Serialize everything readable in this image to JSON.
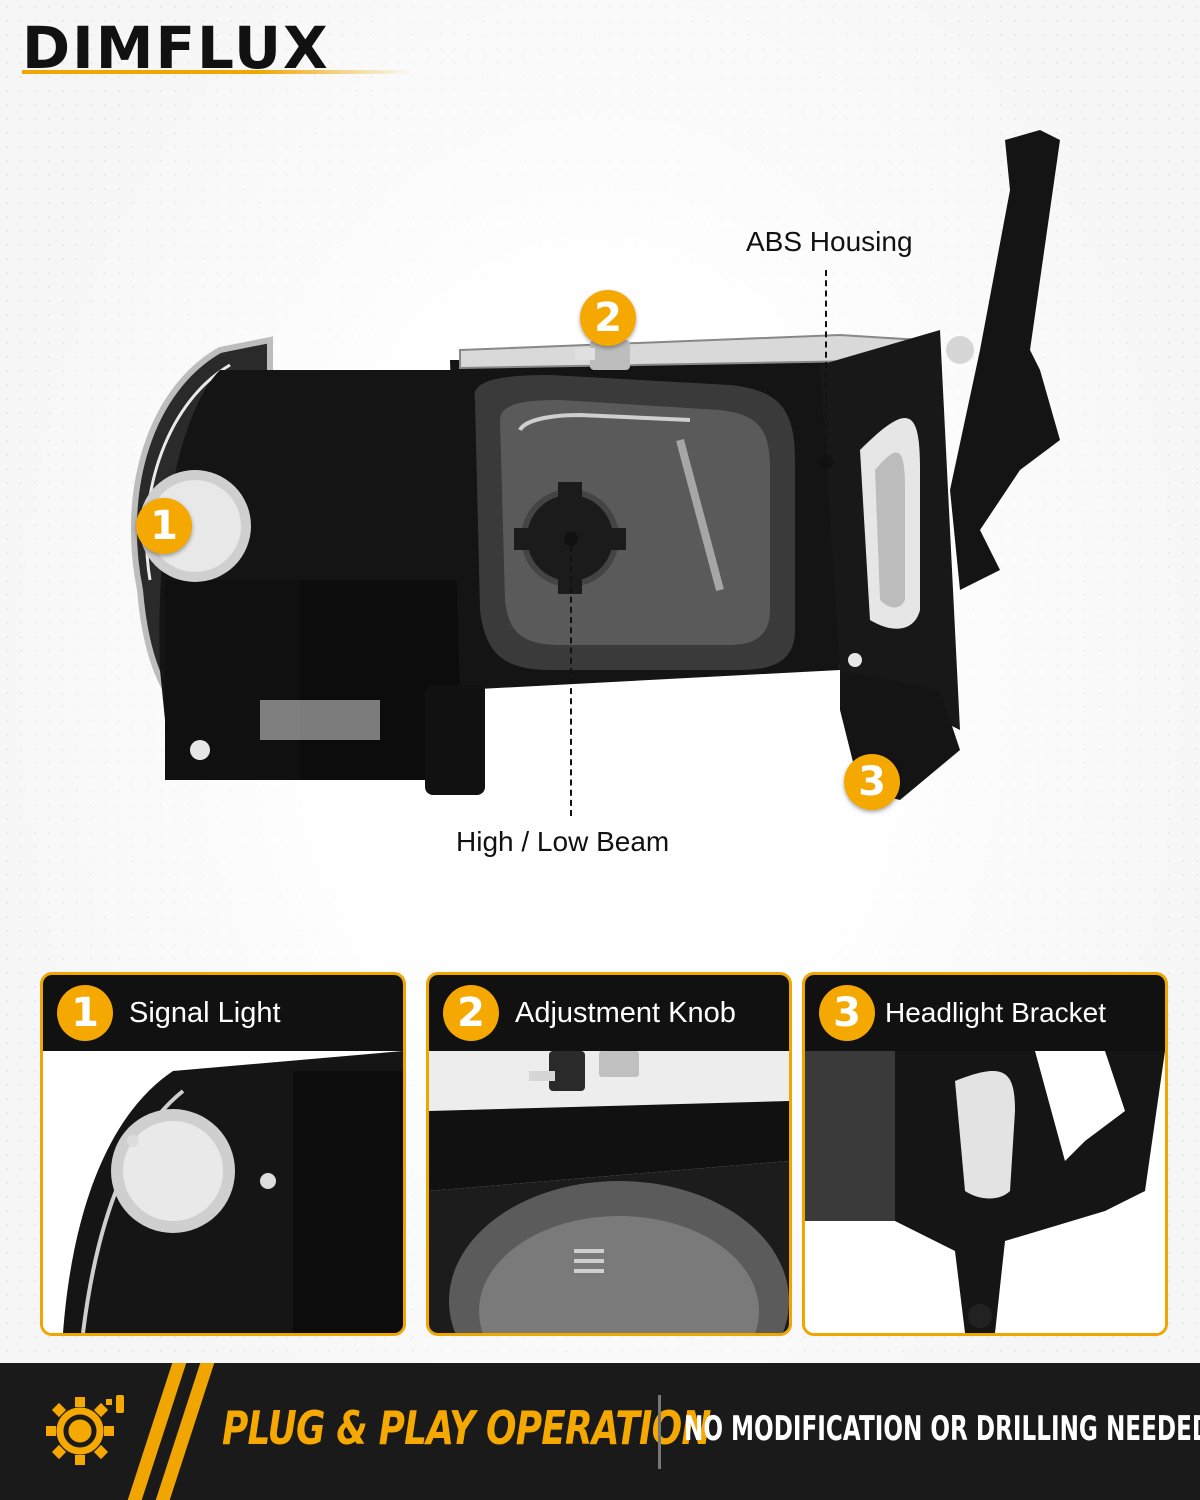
{
  "brand": {
    "name": "DIMFLUX"
  },
  "colors": {
    "accent": "#f5a800",
    "dark": "#1a1a1a"
  },
  "callouts": {
    "abs_housing": "ABS Housing",
    "beam": "High / Low Beam",
    "badge_1": "1",
    "badge_2": "2",
    "badge_3": "3"
  },
  "features": [
    {
      "number": "1",
      "label": "Signal Light"
    },
    {
      "number": "2",
      "label": "Adjustment Knob"
    },
    {
      "number": "3",
      "label": "Headlight Bracket"
    }
  ],
  "footer": {
    "headline": "PLUG & PLAY OPERATION",
    "subline": "NO MODIFICATION OR DRILLING NEEDED",
    "icon": "gear-plug-icon"
  }
}
